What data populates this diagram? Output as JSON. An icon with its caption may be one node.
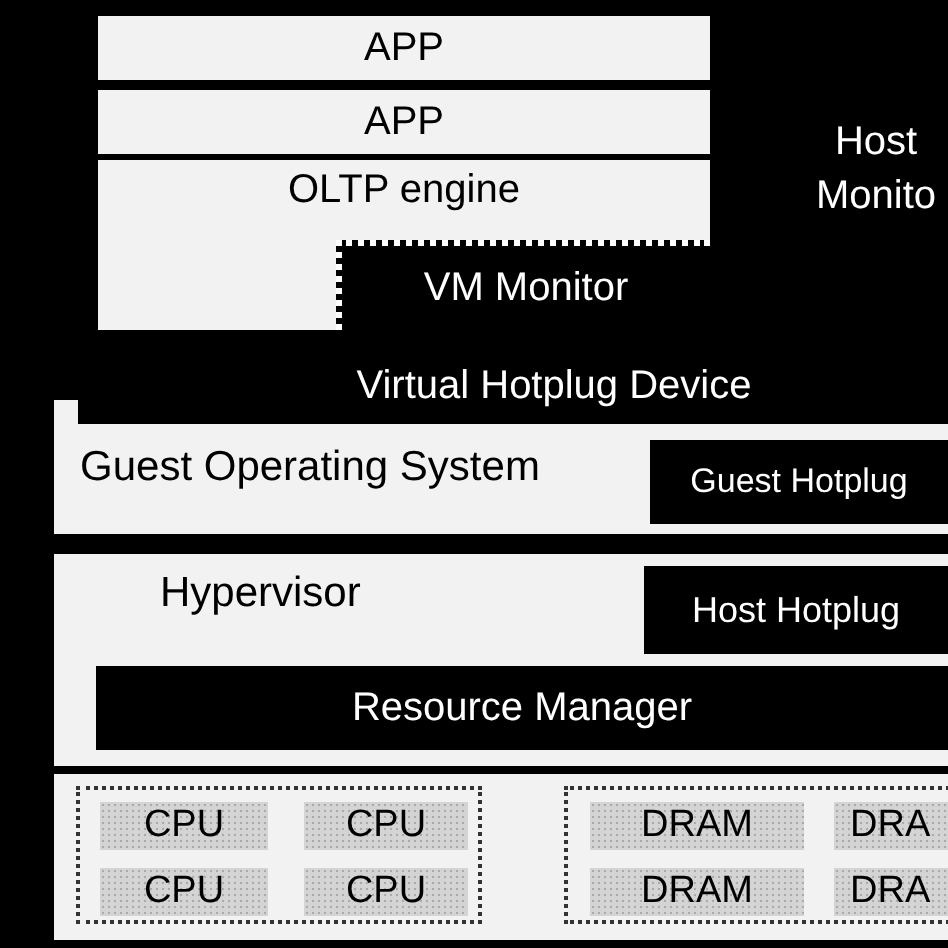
{
  "diagram": {
    "nodes": [
      {
        "text": [
          "APP"
        ]
      },
      {
        "text": [
          "APP"
        ]
      },
      {
        "text": [
          "OLTP engine"
        ]
      },
      {
        "text": [
          "VM Monitor"
        ]
      },
      {
        "text": [
          "Guest Operating System"
        ]
      },
      {
        "text": [
          "Guest Hotplug"
        ],
        "in": 4
      },
      {
        "text": [
          "Hypervisor"
        ]
      },
      {
        "text": [
          "Host Hotplug"
        ],
        "in": 6
      },
      {
        "text": [
          "Resource Manager"
        ],
        "in": 6
      },
      {
        "text": [],
        "shape": "box"
      },
      {
        "text": [],
        "shape": "box",
        "in": 9
      },
      {
        "text": [
          "CPU"
        ],
        "in": 10
      },
      {
        "text": [
          "CPU"
        ],
        "in": 10
      },
      {
        "text": [
          "CPU"
        ],
        "in": 10
      },
      {
        "text": [
          "CPU"
        ],
        "in": 10
      },
      {
        "text": [],
        "shape": "box",
        "in": 9
      },
      {
        "text": [
          "DRAM"
        ],
        "in": 15
      },
      {
        "text": [
          "DRA"
        ],
        "in": 15
      },
      {
        "text": [
          "DRAM"
        ],
        "in": 15
      },
      {
        "text": [
          "DRA"
        ],
        "in": 15
      }
    ],
    "labels": [
      "Host Monito",
      "Virtual Hotplug Device"
    ]
  }
}
